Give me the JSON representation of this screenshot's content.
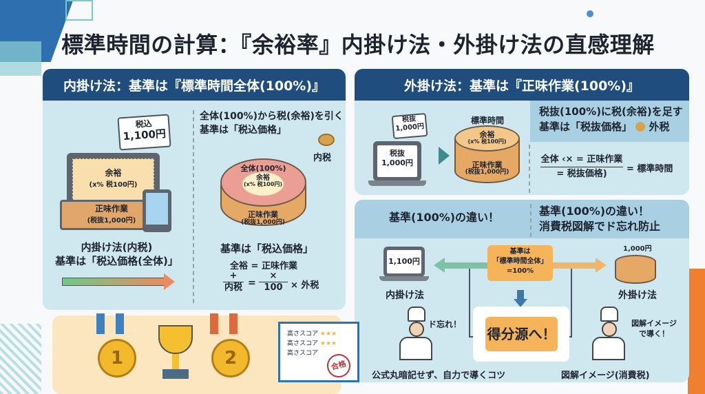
{
  "title": "標準時間の計算：『余裕率』内掛け法・外掛け法の直感理解",
  "left_panel": {
    "header": "内掛け法：基準は『標準時間全体(100%)』",
    "tag": [
      "税込",
      "1,100円"
    ],
    "laptop_top": [
      "余裕",
      "(x% 税100円)"
    ],
    "laptop_bottom": [
      "正味作業",
      "(税抜1,000円)"
    ],
    "caption": [
      "内掛け法(内税)",
      "基準は「税込価格(全体)」"
    ],
    "right_heading": [
      "全体(100%)から税(余裕)を引く",
      "基準は「税込価格」"
    ],
    "coin_label": "内税",
    "pie_outer": "全体(100%)",
    "pie_inner": [
      "余裕",
      "(x% 税100円)"
    ],
    "pie_side": [
      "正味作業",
      "(税抜1,000円)"
    ],
    "basis": "基準は「税込価格」",
    "formula": {
      "line1": "全裕 = 正味作業",
      "plus": "+",
      "num": "×",
      "den_left": "内税",
      "eq": "=",
      "den": "100",
      "tail": "× 外税"
    }
  },
  "right_top_panel": {
    "header": "外掛け法：基準は『正味作業(100%)』",
    "tag": [
      "税抜",
      "1,000円"
    ],
    "screen": [
      "税抜",
      "1,000円"
    ],
    "cake_title": "標準時間",
    "cake_top": [
      "余裕",
      "(x% 税100円)"
    ],
    "cake_side": [
      "正味作業",
      "(税抜1,000円)"
    ],
    "heading": [
      "税抜(100%)に税(余裕)を足す",
      "基準は「税抜価格」"
    ],
    "coin_label": "外税",
    "formula": {
      "num": "全体 ‹× = 正味作業",
      "den": "= 税抜価格)",
      "result": "= 標準時間"
    }
  },
  "right_bottom_panel": {
    "heading_left": "基準(100%)の違い！",
    "heading_right": [
      "基準(100%)の違い！",
      "消費税図解でド忘れ防止"
    ],
    "laptop_screen": "1,100円",
    "left_label": "内掛け法",
    "center_box": [
      "基準は",
      "「標準時間全体」",
      "=100%"
    ],
    "cake_price": "1,000円",
    "right_label": "外掛け法",
    "goal": "得分源へ！",
    "bubble_left": "ド忘れ！",
    "bubble_right": [
      "図解イメージ",
      "で導く！"
    ],
    "caption_left": "公式丸暗記せず、自力で導くコツ",
    "caption_right": "図解イメージ(消費税)"
  },
  "awards": {
    "medal1": "1",
    "medal2": "2",
    "certificate_rows": [
      "高さスコア",
      "高さスコア",
      "高さスコア"
    ],
    "stamp": "合格"
  }
}
